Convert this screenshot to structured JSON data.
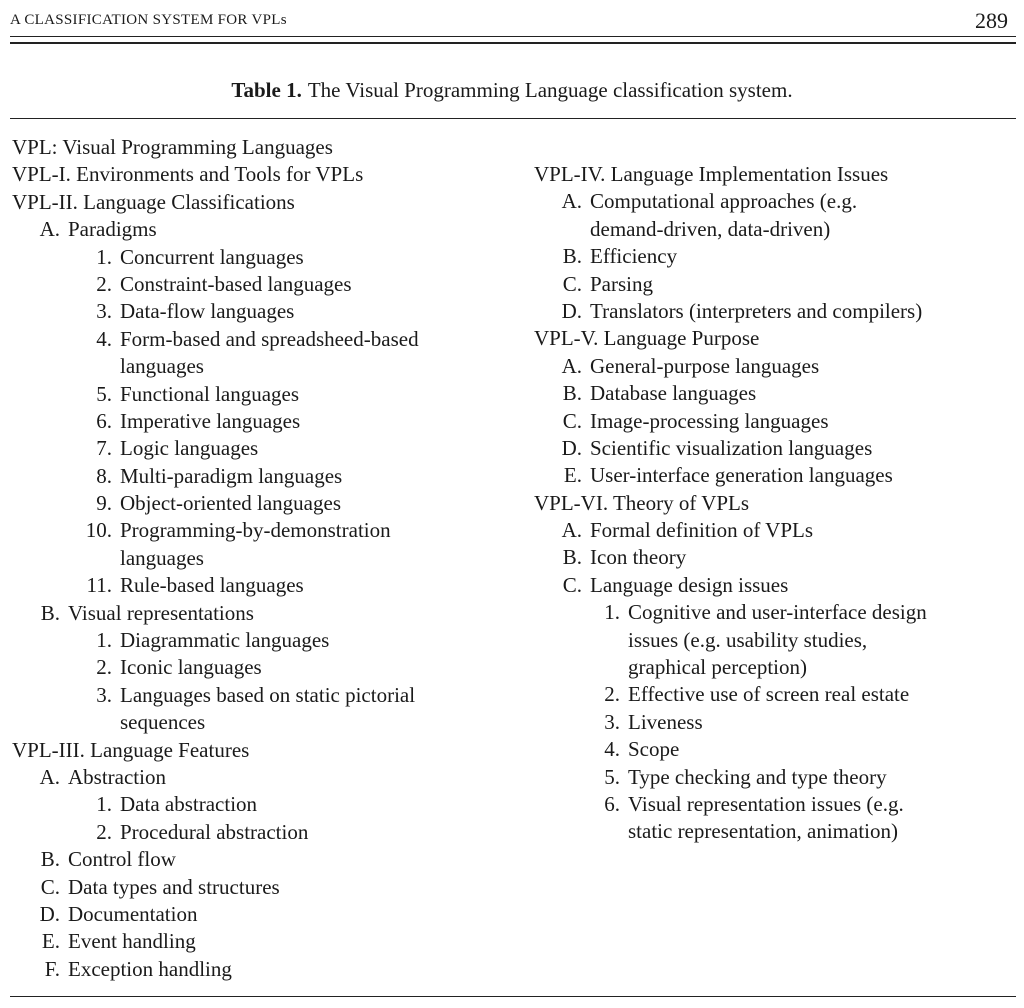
{
  "header": {
    "running_title": "A CLASSIFICATION SYSTEM FOR VPLs",
    "page_number": "289"
  },
  "caption": {
    "label": "Table 1.",
    "text": "The Visual Programming Language classification system."
  },
  "left_column": [
    {
      "level": 1,
      "marker": "",
      "text": "VPL: Visual Programming Languages"
    },
    {
      "level": 1,
      "marker": "",
      "text": "VPL-I. Environments and Tools for VPLs"
    },
    {
      "level": 1,
      "marker": "",
      "text": "VPL-II. Language Classifications"
    },
    {
      "level": 2,
      "marker": "A.",
      "text": "Paradigms"
    },
    {
      "level": 3,
      "marker": "1.",
      "text": "Concurrent languages"
    },
    {
      "level": 3,
      "marker": "2.",
      "text": "Constraint-based languages"
    },
    {
      "level": 3,
      "marker": "3.",
      "text": "Data-flow languages"
    },
    {
      "level": 3,
      "marker": "4.",
      "text": "Form-based and spreadsheed-based"
    },
    {
      "level": "c3",
      "marker": "",
      "text": "languages"
    },
    {
      "level": 3,
      "marker": "5.",
      "text": "Functional languages"
    },
    {
      "level": 3,
      "marker": "6.",
      "text": "Imperative languages"
    },
    {
      "level": 3,
      "marker": "7.",
      "text": "Logic languages"
    },
    {
      "level": 3,
      "marker": "8.",
      "text": "Multi-paradigm languages"
    },
    {
      "level": 3,
      "marker": "9.",
      "text": "Object-oriented languages"
    },
    {
      "level": 3,
      "marker": "10.",
      "text": "Programming-by-demonstration"
    },
    {
      "level": "c3",
      "marker": "",
      "text": "languages"
    },
    {
      "level": 3,
      "marker": "11.",
      "text": "Rule-based languages"
    },
    {
      "level": 2,
      "marker": "B.",
      "text": "Visual representations"
    },
    {
      "level": 3,
      "marker": "1.",
      "text": "Diagrammatic languages"
    },
    {
      "level": 3,
      "marker": "2.",
      "text": "Iconic languages"
    },
    {
      "level": 3,
      "marker": "3.",
      "text": "Languages based on static pictorial"
    },
    {
      "level": "c3",
      "marker": "",
      "text": "sequences"
    },
    {
      "level": 1,
      "marker": "",
      "text": "VPL-III. Language Features"
    },
    {
      "level": 2,
      "marker": "A.",
      "text": "Abstraction"
    },
    {
      "level": 3,
      "marker": "1.",
      "text": "Data abstraction"
    },
    {
      "level": 3,
      "marker": "2.",
      "text": "Procedural abstraction"
    },
    {
      "level": 2,
      "marker": "B.",
      "text": "Control flow"
    },
    {
      "level": 2,
      "marker": "C.",
      "text": "Data types and structures"
    },
    {
      "level": 2,
      "marker": "D.",
      "text": "Documentation"
    },
    {
      "level": 2,
      "marker": "E.",
      "text": "Event handling"
    },
    {
      "level": 2,
      "marker": "F.",
      "text": "Exception handling"
    }
  ],
  "right_column": [
    {
      "level": 1,
      "marker": "",
      "text": "VPL-IV. Language Implementation Issues"
    },
    {
      "level": 2,
      "marker": "A.",
      "text": "Computational approaches (e.g."
    },
    {
      "level": "c2",
      "marker": "",
      "text": "demand-driven, data-driven)"
    },
    {
      "level": 2,
      "marker": "B.",
      "text": "Efficiency"
    },
    {
      "level": 2,
      "marker": "C.",
      "text": "Parsing"
    },
    {
      "level": 2,
      "marker": "D.",
      "text": "Translators (interpreters and compilers)"
    },
    {
      "level": 1,
      "marker": "",
      "text": "VPL-V. Language Purpose"
    },
    {
      "level": 2,
      "marker": "A.",
      "text": "General-purpose languages"
    },
    {
      "level": 2,
      "marker": "B.",
      "text": "Database languages"
    },
    {
      "level": 2,
      "marker": "C.",
      "text": "Image-processing languages"
    },
    {
      "level": 2,
      "marker": "D.",
      "text": "Scientific visualization languages"
    },
    {
      "level": 2,
      "marker": "E.",
      "text": "User-interface generation languages"
    },
    {
      "level": 1,
      "marker": "",
      "text": "VPL-VI. Theory of VPLs"
    },
    {
      "level": 2,
      "marker": "A.",
      "text": "Formal definition of VPLs"
    },
    {
      "level": 2,
      "marker": "B.",
      "text": "Icon theory"
    },
    {
      "level": 2,
      "marker": "C.",
      "text": "Language design issues"
    },
    {
      "level": "3r",
      "marker": "1.",
      "text": "Cognitive and user-interface design"
    },
    {
      "level": "c3r",
      "marker": "",
      "text": "issues (e.g. usability studies,"
    },
    {
      "level": "c3r",
      "marker": "",
      "text": "graphical perception)"
    },
    {
      "level": "3r",
      "marker": "2.",
      "text": "Effective use of screen real estate"
    },
    {
      "level": "3r",
      "marker": "3.",
      "text": "Liveness"
    },
    {
      "level": "3r",
      "marker": "4.",
      "text": "Scope"
    },
    {
      "level": "3r",
      "marker": "5.",
      "text": "Type checking and type theory"
    },
    {
      "level": "3r",
      "marker": "6.",
      "text": "Visual representation issues (e.g."
    },
    {
      "level": "c3r",
      "marker": "",
      "text": "static representation, animation)"
    }
  ]
}
